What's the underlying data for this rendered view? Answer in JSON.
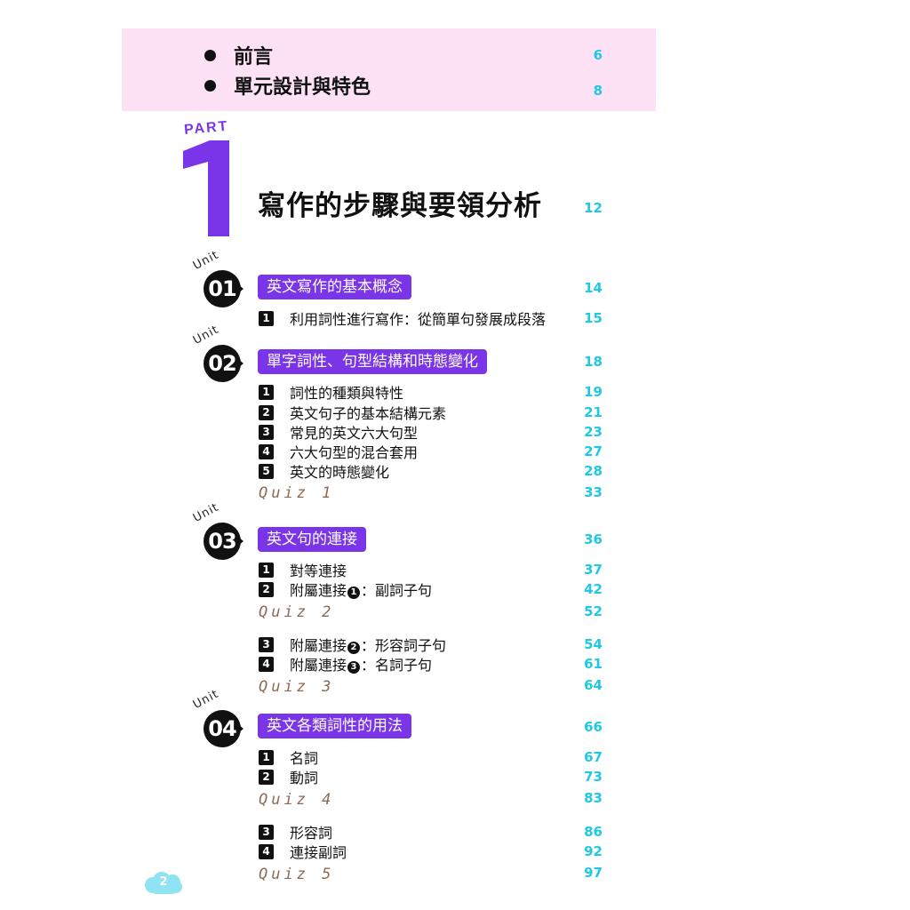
{
  "front_matter": [
    {
      "label": "前言",
      "page": "6"
    },
    {
      "label": "單元設計與特色",
      "page": "8"
    }
  ],
  "part": {
    "word": "PART",
    "number": "1",
    "title": "寫作的步驟與要領分析",
    "page": "12"
  },
  "units": [
    {
      "tag": "Unit",
      "number": "01",
      "title": "英文寫作的基本概念",
      "page": "14"
    },
    {
      "tag": "Unit",
      "number": "02",
      "title": "單字詞性、句型結構和時態變化",
      "page": "18"
    },
    {
      "tag": "Unit",
      "number": "03",
      "title": "英文句的連接",
      "page": "36"
    },
    {
      "tag": "Unit",
      "number": "04",
      "title": "英文各類詞性的用法",
      "page": "66"
    }
  ],
  "items": [
    {
      "num": "1",
      "label": "利用詞性進行寫作：從簡單句發展成段落",
      "page": "15"
    },
    {
      "num": "1",
      "label": "詞性的種類與特性",
      "page": "19"
    },
    {
      "num": "2",
      "label": "英文句子的基本結構元素",
      "page": "21"
    },
    {
      "num": "3",
      "label": "常見的英文六大句型",
      "page": "23"
    },
    {
      "num": "4",
      "label": "六大句型的混合套用",
      "page": "27"
    },
    {
      "num": "5",
      "label": "英文的時態變化",
      "page": "28"
    },
    {
      "num": "1",
      "label": "對等連接",
      "page": "37"
    },
    {
      "num": "2",
      "label": "附屬連接",
      "circ": "1",
      "suffix": "：副詞子句",
      "page": "42"
    },
    {
      "num": "3",
      "label": "附屬連接",
      "circ": "2",
      "suffix": "：形容詞子句",
      "page": "54"
    },
    {
      "num": "4",
      "label": "附屬連接",
      "circ": "3",
      "suffix": "：名詞子句",
      "page": "61"
    },
    {
      "num": "1",
      "label": "名詞",
      "page": "67"
    },
    {
      "num": "2",
      "label": "動詞",
      "page": "73"
    },
    {
      "num": "3",
      "label": "形容詞",
      "page": "86"
    },
    {
      "num": "4",
      "label": "連接副詞",
      "page": "92"
    }
  ],
  "quizzes": [
    {
      "label": "Quiz 1",
      "page": "33"
    },
    {
      "label": "Quiz 2",
      "page": "52"
    },
    {
      "label": "Quiz 3",
      "page": "64"
    },
    {
      "label": "Quiz 4",
      "page": "83"
    },
    {
      "label": "Quiz 5",
      "page": "97"
    }
  ],
  "footer": {
    "page_number": "2"
  },
  "colors": {
    "accent_purple": "#7a35e8",
    "page_number_cyan": "#1fc8e6",
    "band_pink": "#fde2f6",
    "quiz_brown": "#8a6a55"
  }
}
